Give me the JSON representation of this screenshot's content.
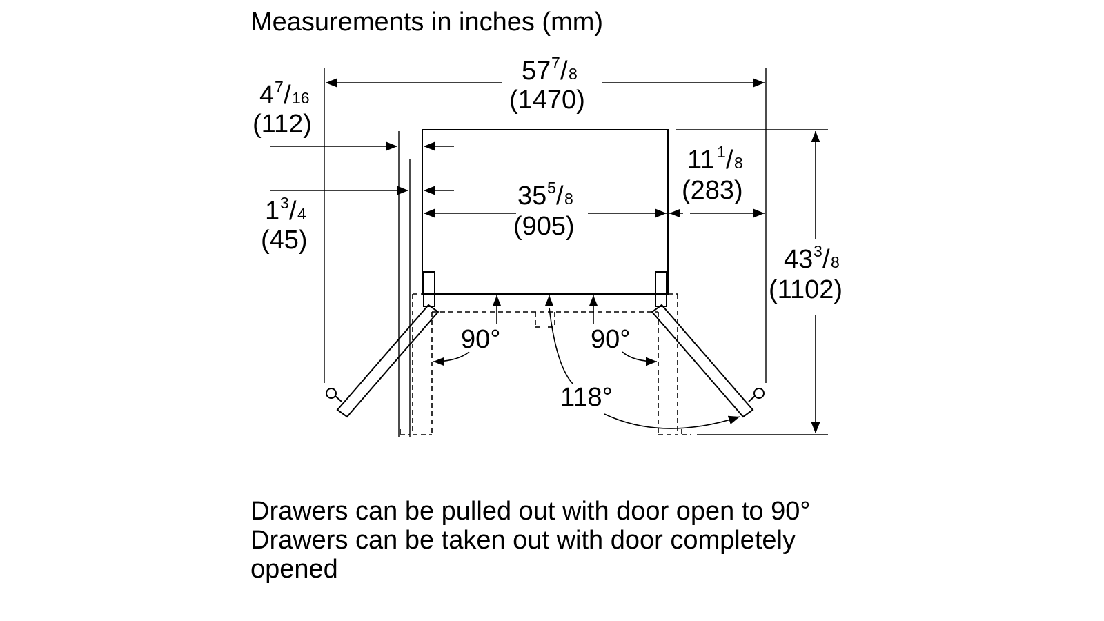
{
  "title": "Measurements in inches (mm)",
  "dimensions": {
    "overall_width": {
      "whole": "57",
      "num": "7",
      "den": "8",
      "mm": "(1470)"
    },
    "side_clearance": {
      "whole": "4",
      "num": "7",
      "den": "16",
      "mm": "(112)"
    },
    "door_offset": {
      "whole": "1",
      "num": "3",
      "den": "4",
      "mm": "(45)"
    },
    "cabinet_width": {
      "whole": "35",
      "num": "5",
      "den": "8",
      "mm": "(905)"
    },
    "door_swing": {
      "whole": "11",
      "num": "1",
      "den": "8",
      "mm": "(283)"
    },
    "overall_depth": {
      "whole": "43",
      "num": "3",
      "den": "8",
      "mm": "(1102)"
    }
  },
  "angles": {
    "left_door": "90°",
    "right_door": "90°",
    "full_open": "118°"
  },
  "notes": [
    "Drawers can be pulled out with door open to 90°",
    "Drawers can be taken out with door completely opened"
  ]
}
